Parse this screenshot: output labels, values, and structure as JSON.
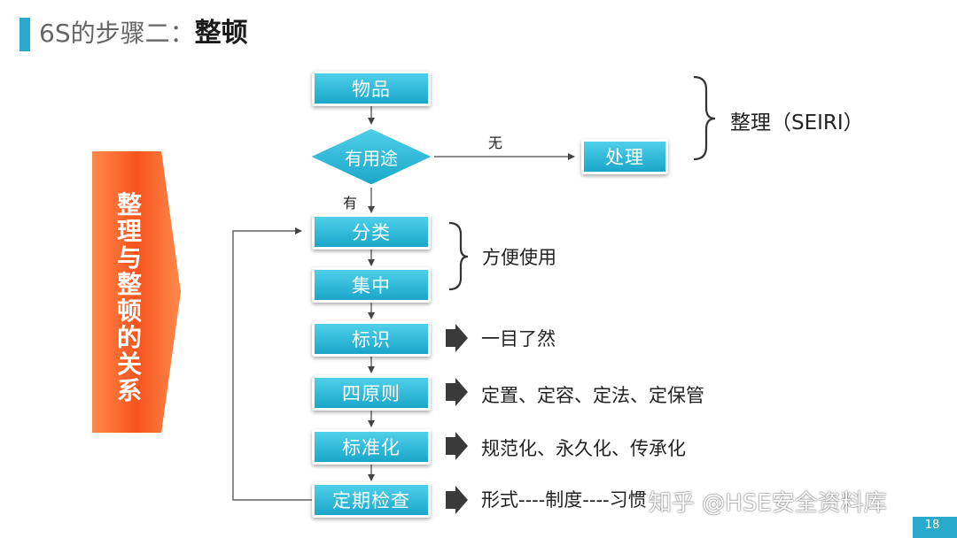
{
  "title": {
    "prefix": "6S的步骤二：",
    "main": "整顿"
  },
  "nodes": {
    "item": "物品",
    "useful": "有用途",
    "handle": "处理",
    "classify": "分类",
    "concentrate": "集中",
    "identify": "标识",
    "four_principles": "四原则",
    "standardize": "标准化",
    "periodic_check": "定期检查"
  },
  "edge_labels": {
    "no": "无",
    "yes": "有"
  },
  "notes": {
    "seiri": "整理（SEIRI）",
    "convenient": "方便使用",
    "identify_desc": "一目了然",
    "four_desc": "定置、定容、定法、定保管",
    "standard_desc": "规范化、永久化、传承化",
    "check_desc": "形式----制度----习惯"
  },
  "side_label": [
    "整",
    "理",
    "与",
    "整",
    "顿",
    "的",
    "关",
    "系"
  ],
  "watermark": "知乎 @HSE安全资料库",
  "page_number": "18",
  "colors": {
    "accent": "#29a9cc",
    "box_top": "#4fd0ea",
    "box_bottom": "#1aa6c9",
    "side_orange": "#f6541e",
    "arrow_dark": "#3a3a3a"
  }
}
